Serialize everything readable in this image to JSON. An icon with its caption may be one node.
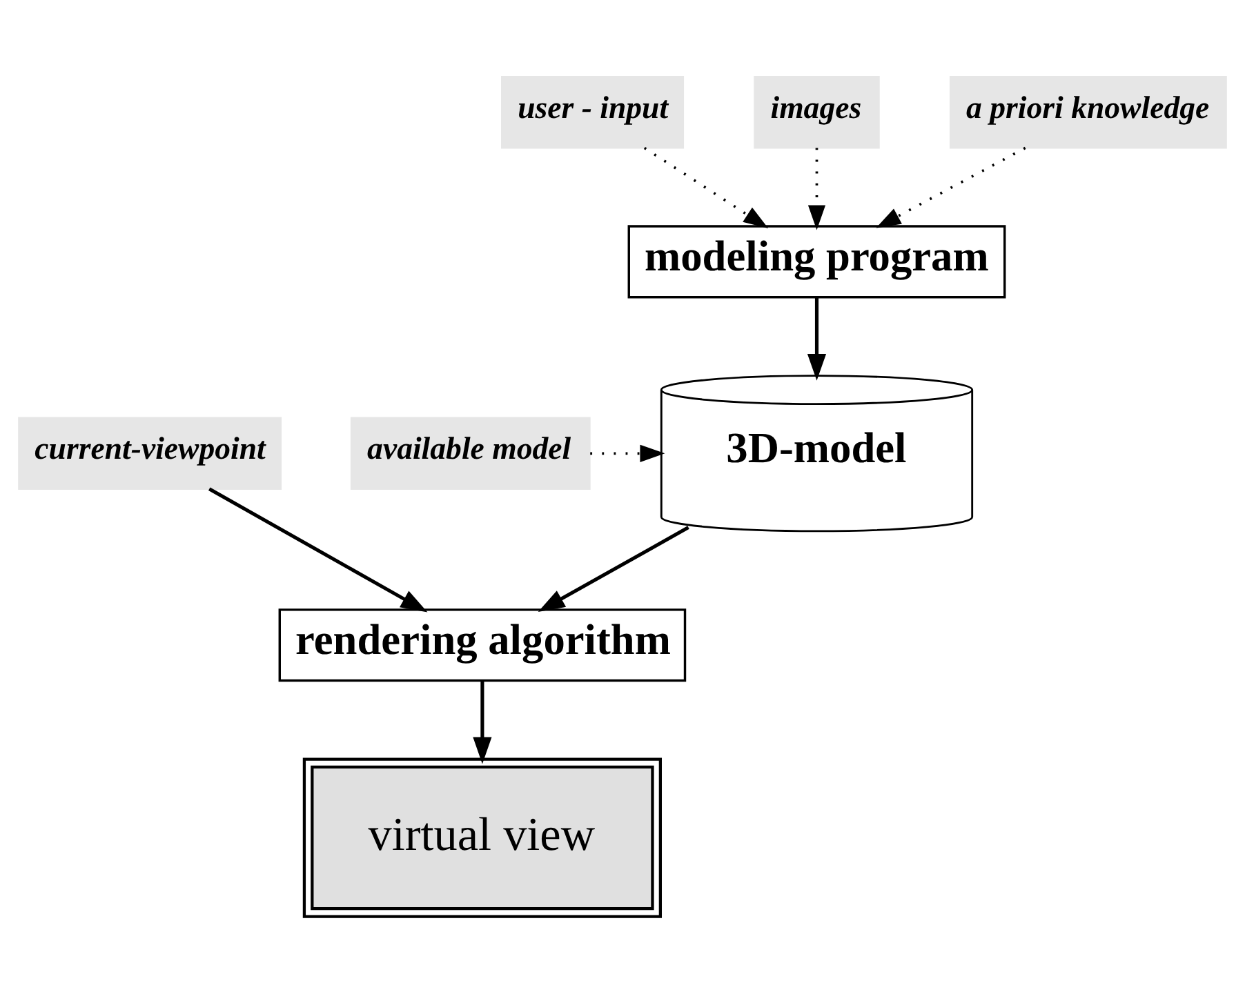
{
  "diagram": {
    "nodes": [
      {
        "text": [
          "user - input"
        ]
      },
      {
        "text": [
          "images"
        ]
      },
      {
        "text": [
          "a priori knowledge"
        ]
      },
      {
        "text": [
          "modeling program"
        ]
      },
      {
        "text": [
          "available model"
        ]
      },
      {
        "text": [
          "3D-model"
        ]
      },
      {
        "text": [
          "current-viewpoint"
        ]
      },
      {
        "text": [
          "rendering algorithm"
        ]
      },
      {
        "text": [
          "virtual view"
        ]
      }
    ],
    "edges": [
      {
        "from": 0,
        "to": 3,
        "arrow": "to",
        "style": "dashed"
      },
      {
        "from": 1,
        "to": 3,
        "arrow": "to",
        "style": "dashed"
      },
      {
        "from": 2,
        "to": 3,
        "arrow": "to",
        "style": "dashed"
      },
      {
        "from": 3,
        "to": 5,
        "arrow": "to"
      },
      {
        "from": 4,
        "to": 5,
        "arrow": "to",
        "style": "dashed"
      },
      {
        "from": 5,
        "to": 7,
        "arrow": "to"
      },
      {
        "from": 6,
        "to": 7,
        "arrow": "to"
      },
      {
        "from": 7,
        "to": 8,
        "arrow": "to"
      }
    ]
  }
}
